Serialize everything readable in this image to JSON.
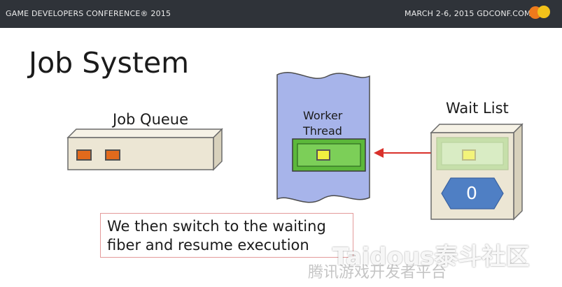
{
  "header": {
    "left_text": "GAME DEVELOPERS CONFERENCE® 2015",
    "right_text": "MARCH 2-6, 2015  GDCONF.COM"
  },
  "slide": {
    "title": "Job System",
    "job_queue_label": "Job Queue",
    "worker_label_line1": "Worker",
    "worker_label_line2": "Thread",
    "wait_list_label": "Wait List",
    "wait_counter": "0",
    "caption_line1": "We then switch to the waiting",
    "caption_line2": "fiber and resume execution"
  },
  "watermark": {
    "brand": "Taidous泰斗社区",
    "sub": "腾讯游戏开发者平台"
  },
  "colors": {
    "bar": "#2f3339",
    "box_face": "#ece6d4",
    "queue_job": "#e26a1c",
    "worker_shape": "#a7b4ea",
    "worker_slot": "#5cb83a",
    "yellow_job": "#f0f040",
    "counter": "#4f7fc4",
    "arrow": "#d9312b"
  }
}
